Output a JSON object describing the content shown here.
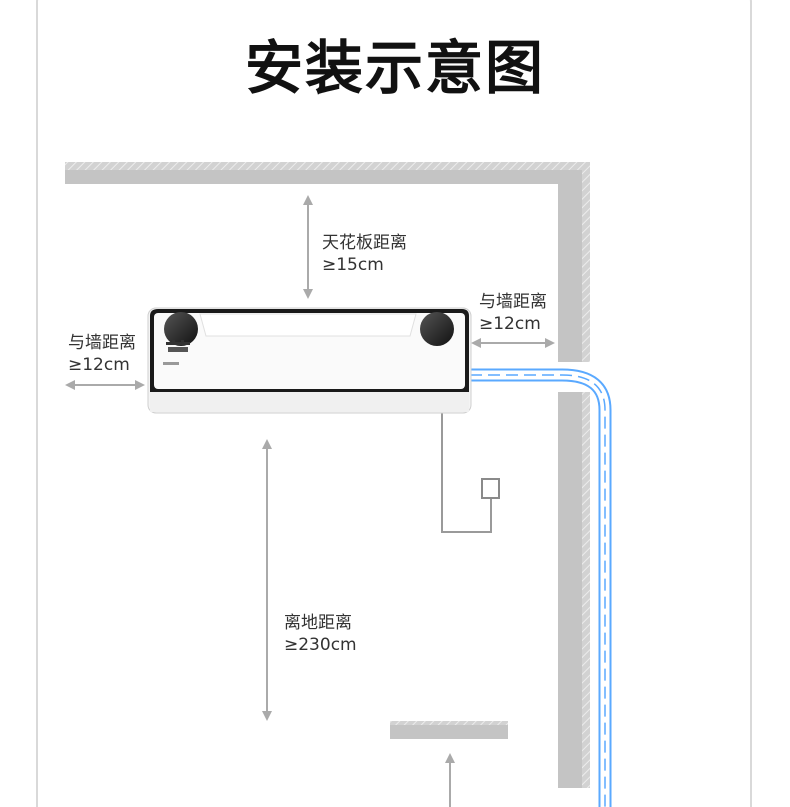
{
  "title": "安装示意图",
  "labels": {
    "ceiling": {
      "name": "天花板距离",
      "value": "≥15cm"
    },
    "left_wall": {
      "name": "与墙距离",
      "value": "≥12cm"
    },
    "right_wall": {
      "name": "与墙距离",
      "value": "≥12cm"
    },
    "floor": {
      "name": "离地距离",
      "value": "≥230cm"
    }
  },
  "colors": {
    "wall": "#c4c4c4",
    "arrow": "#aaaaaa",
    "pipe": "#5aa9ff",
    "unit_black": "#1a1a1a"
  }
}
